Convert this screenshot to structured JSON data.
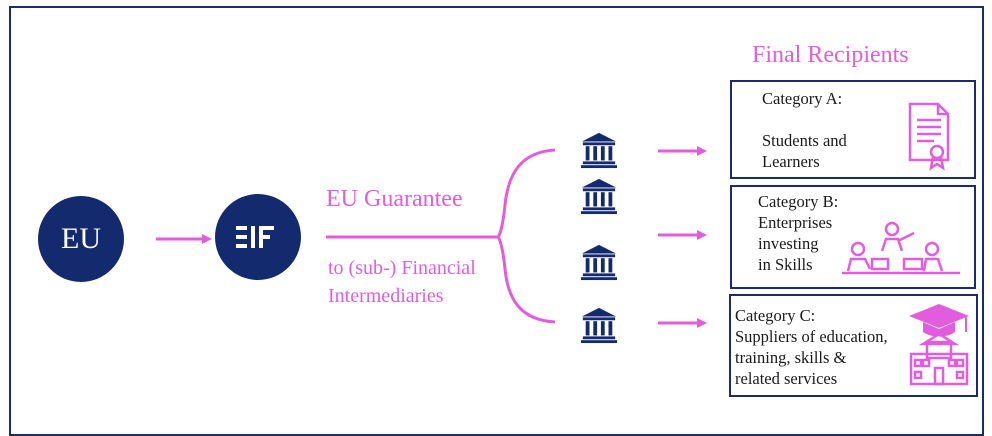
{
  "nodes": {
    "eu_label": "EU",
    "eif_label": "EIF"
  },
  "flow": {
    "guarantee_label": "EU Guarantee",
    "intermediaries_label": "to (sub-) Financial Intermediaries"
  },
  "recipients": {
    "title": "Final Recipients",
    "categories": [
      {
        "heading": "Category A:",
        "lines": [
          "Students and",
          "Learners"
        ],
        "icon": "certificate-icon"
      },
      {
        "heading": "Category B:",
        "lines": [
          "Enterprises",
          "investing",
          "in Skills"
        ],
        "icon": "workplace-training-icon"
      },
      {
        "heading": "Category C:",
        "lines": [
          "Suppliers of education,",
          "training, skills &",
          "related services"
        ],
        "icon": "school-graduation-icon"
      }
    ]
  },
  "colors": {
    "navy": "#132a6e",
    "pink": "#e15ddd",
    "border": "#1c2a6e"
  }
}
